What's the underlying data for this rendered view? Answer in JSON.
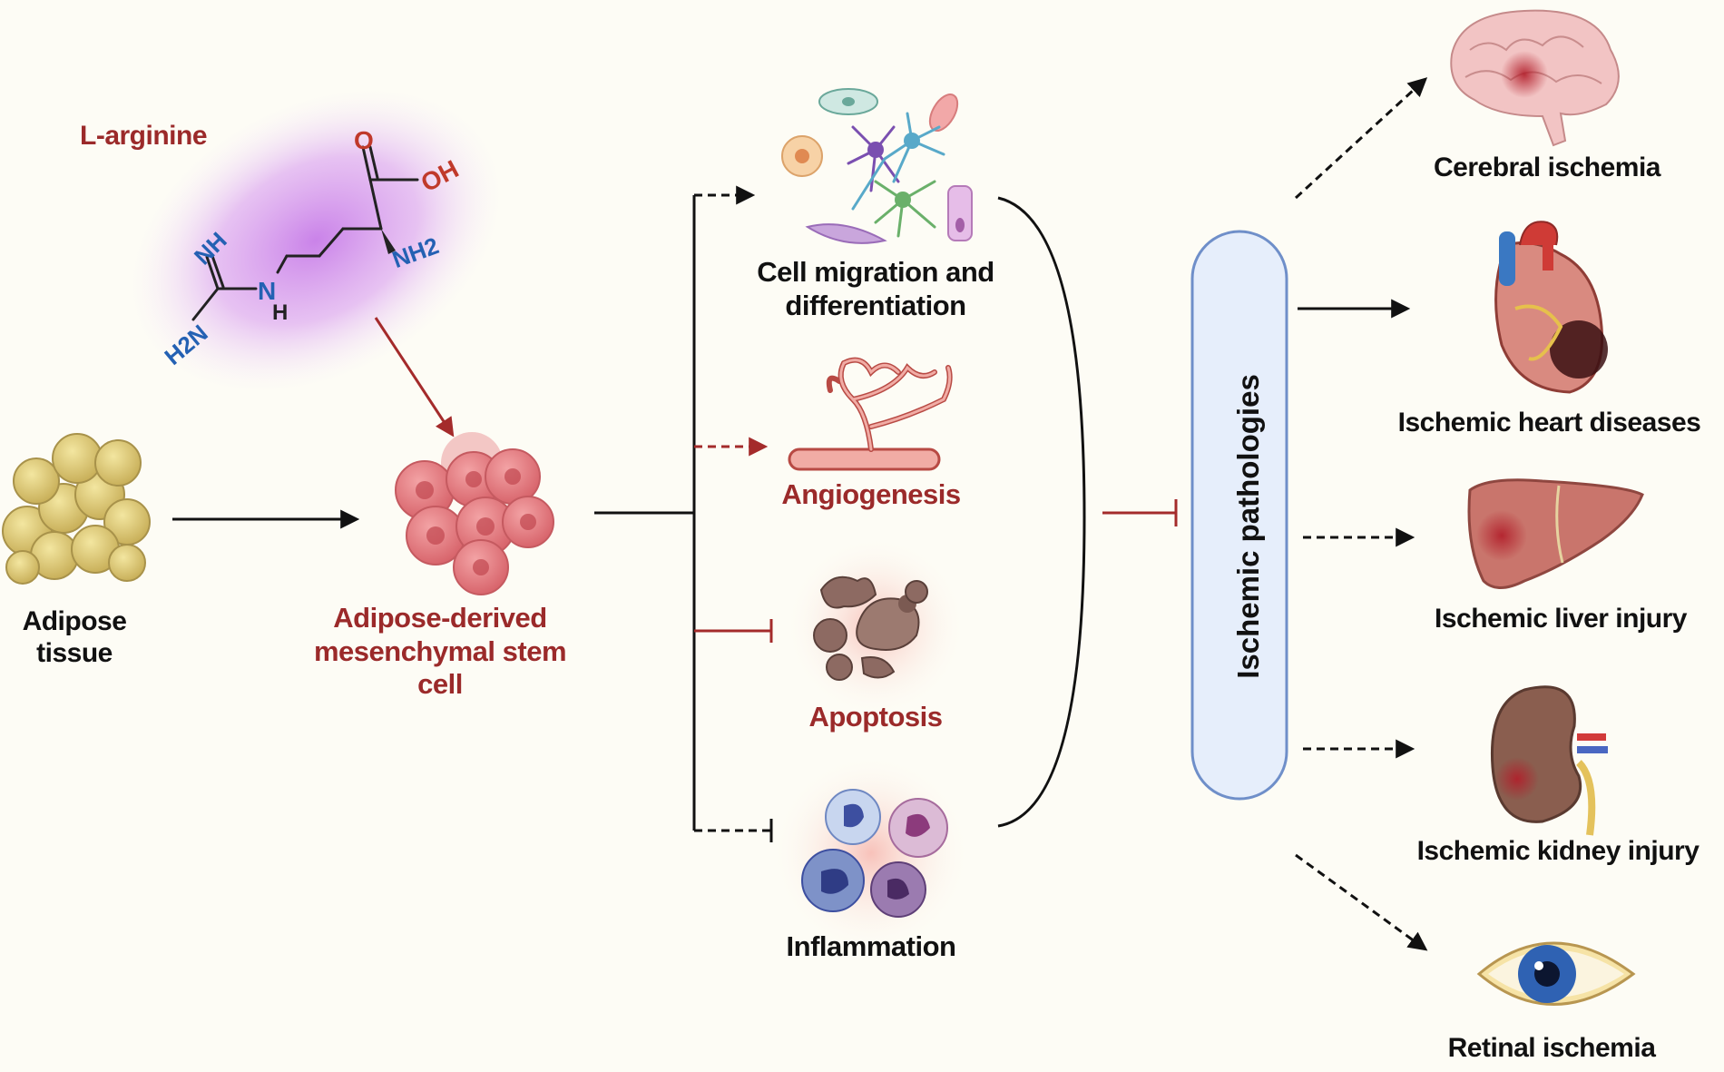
{
  "labels": {
    "l_arginine": "L-arginine",
    "adipose_tissue": "Adipose tissue",
    "adsc": "Adipose-derived mesenchymal stem cell",
    "cell_migration": "Cell migration and differentiation",
    "angiogenesis": "Angiogenesis",
    "apoptosis": "Apoptosis",
    "inflammation": "Inflammation",
    "ischemic_pathologies": "Ischemic pathologies",
    "cerebral": "Cerebral ischemia",
    "heart": "Ischemic heart diseases",
    "liver": "Ischemic liver injury",
    "kidney": "Ischemic kidney injury",
    "retinal": "Retinal ischemia"
  },
  "molecule": {
    "atoms": [
      "O",
      "OH",
      "NH",
      "N",
      "H",
      "H2N",
      "NH2"
    ]
  },
  "colors": {
    "background": "#fdfcf5",
    "label_red": "#9b2a2a",
    "label_dark": "#111111",
    "molecule_glow": "#c77ce8",
    "pathology_fill": "#e6eefb",
    "pathology_stroke": "#6f8fc9",
    "adipose": "#d6c26e",
    "stem_cell": "#e0767c"
  }
}
